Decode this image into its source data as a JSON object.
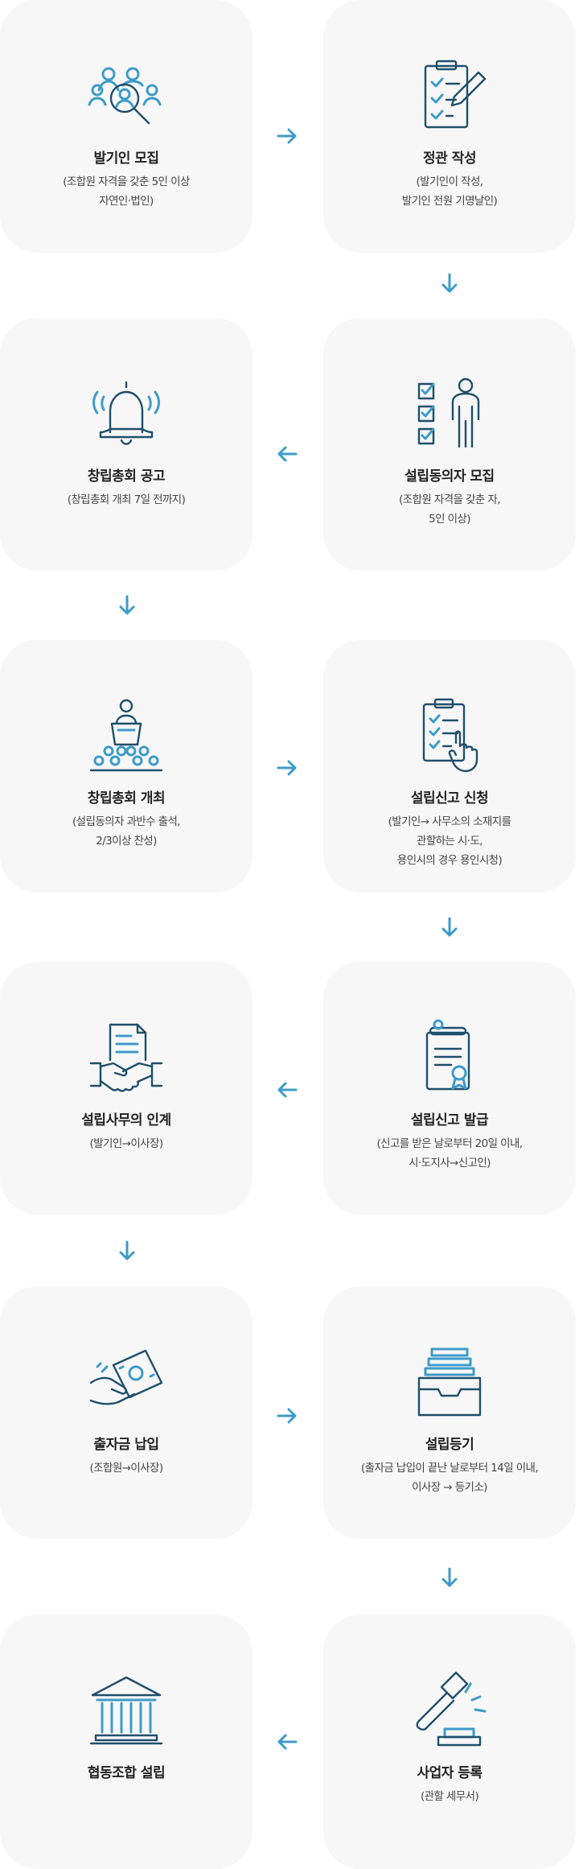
{
  "steps": [
    {
      "title": "발기인 모집",
      "desc": [
        "(조합원 자격을 갖춘 5인 이상",
        "자연인·법인)"
      ],
      "icon": "people-search-icon"
    },
    {
      "title": "정관 작성",
      "desc": [
        "(발기인이 작성,",
        "발기인 전원 기명날인)"
      ],
      "icon": "clipboard-pen-icon"
    },
    {
      "title": "설립동의자 모집",
      "desc": [
        "(조합원 자격을 갖춘 자,",
        "5인 이상)"
      ],
      "icon": "checklist-person-icon"
    },
    {
      "title": "창립총회 공고",
      "desc": [
        "(창립총회 개최 7일 전까지)"
      ],
      "icon": "bell-icon"
    },
    {
      "title": "창립총회 개최",
      "desc": [
        "(설립동의자 과반수 출석,",
        "2/3이상 찬성)"
      ],
      "icon": "podium-audience-icon"
    },
    {
      "title": "설립신고 신청",
      "desc": [
        "(발기인→ 사무소의 소재지를",
        "관할하는 시·도,",
        "용인시의 경우 용인시청)"
      ],
      "icon": "checklist-hand-icon"
    },
    {
      "title": "설립신고 발급",
      "desc": [
        "(신고를 받은 날로부터 20일 이내,",
        "시·도지사→신고인)"
      ],
      "icon": "certificate-icon"
    },
    {
      "title": "설립사무의 인계",
      "desc": [
        "(발기인→이사장)"
      ],
      "icon": "handshake-document-icon"
    },
    {
      "title": "출자금 납입",
      "desc": [
        "(조합원→이사장)"
      ],
      "icon": "money-hand-icon"
    },
    {
      "title": "설립등기",
      "desc": [
        "(출자금 납입이 끝난 날로부터 14일 이내,",
        "이사장 → 등기소)"
      ],
      "icon": "archive-box-icon"
    },
    {
      "title": "사업자 등록",
      "desc": [
        "(관할 세무서)"
      ],
      "icon": "gavel-icon"
    },
    {
      "title": "협동조합 설립",
      "desc": [],
      "icon": "institution-building-icon"
    }
  ],
  "colors": {
    "card_bg": "#f7f7f7",
    "accent": "#3d9bc9",
    "dark": "#1f4f6b"
  }
}
